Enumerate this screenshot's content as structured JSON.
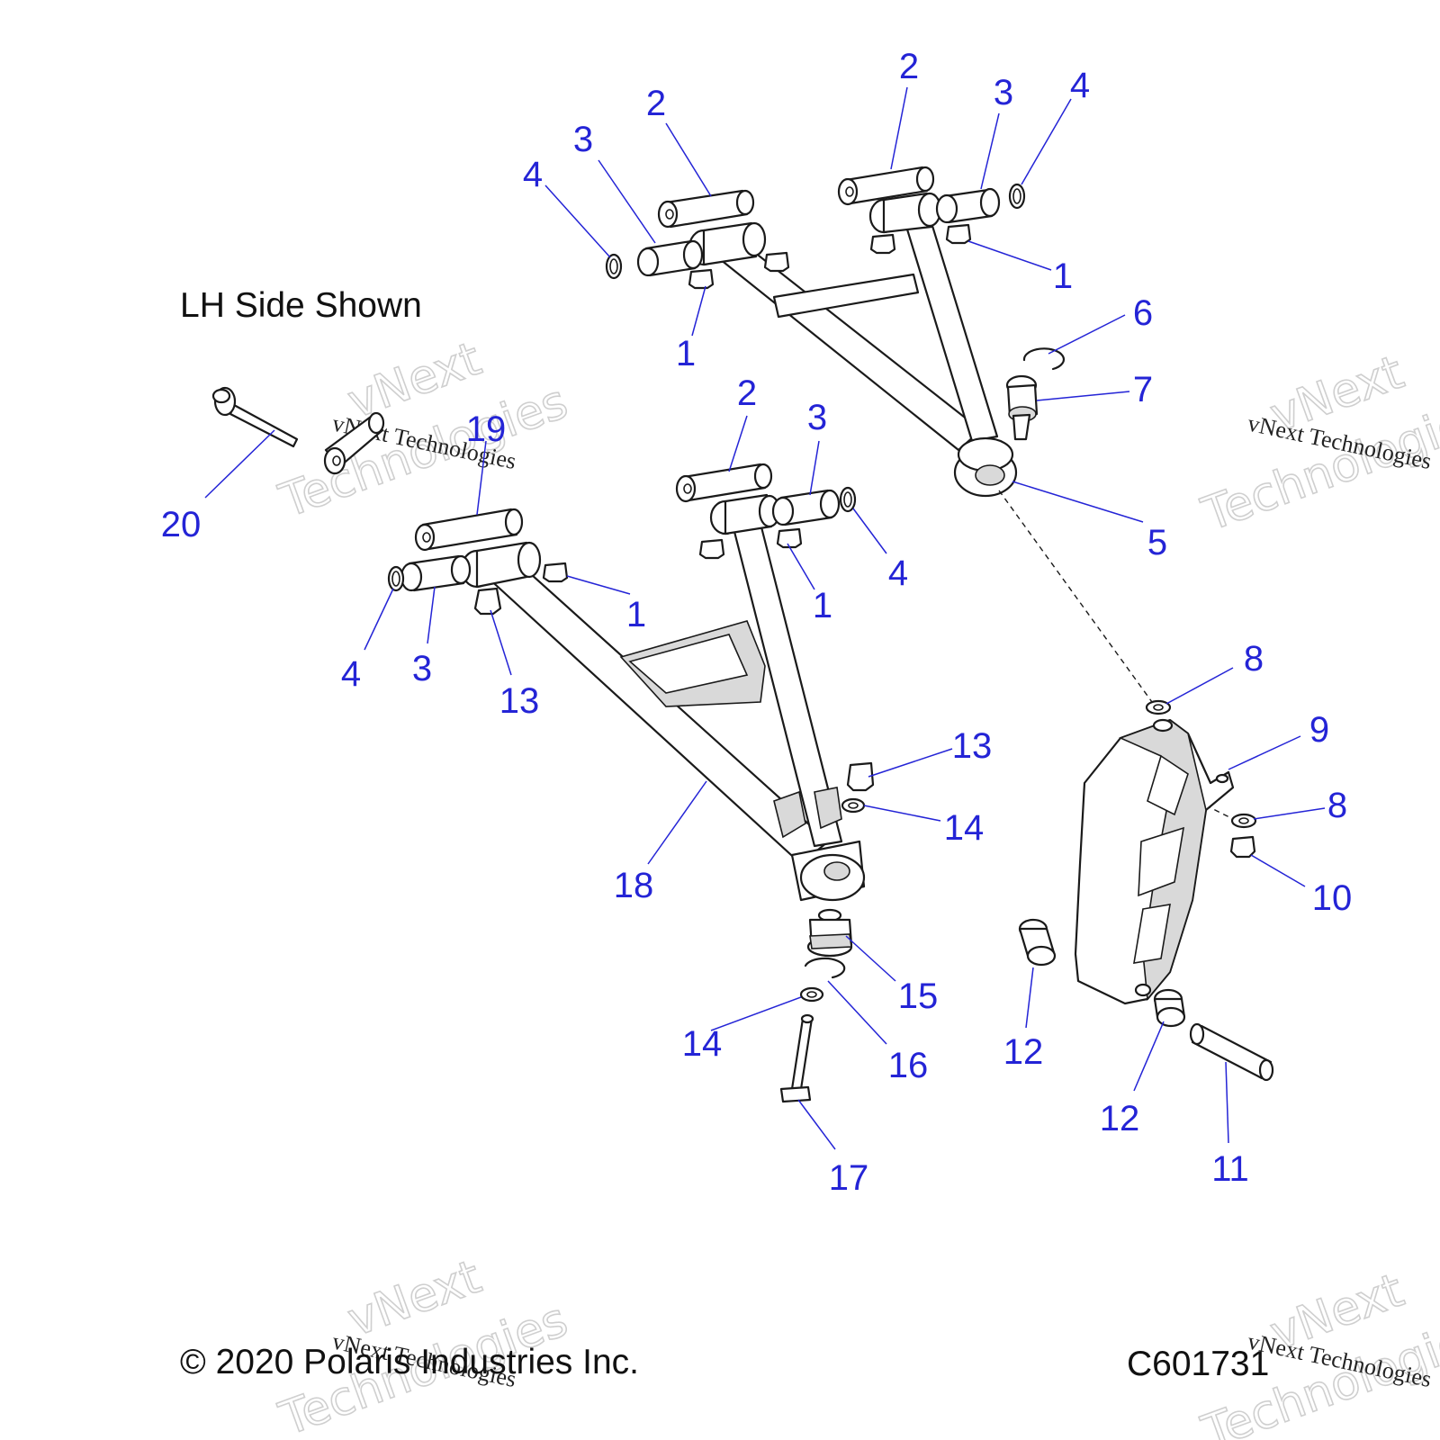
{
  "diagram": {
    "note": "LH Side Shown",
    "copyright": "© 2020 Polaris Industries Inc.",
    "figure_code": "C601731",
    "watermark": {
      "line1": "vNext",
      "line2": "Technologies",
      "small": "vNext Technologies"
    },
    "callouts": [
      {
        "id": "c-2-a",
        "label": "2"
      },
      {
        "id": "c-3-a",
        "label": "3"
      },
      {
        "id": "c-4-a",
        "label": "4"
      },
      {
        "id": "c-1-a",
        "label": "1"
      },
      {
        "id": "c-2-b",
        "label": "2"
      },
      {
        "id": "c-3-b",
        "label": "3"
      },
      {
        "id": "c-4-b",
        "label": "4"
      },
      {
        "id": "c-1-b",
        "label": "1"
      },
      {
        "id": "c-6",
        "label": "6"
      },
      {
        "id": "c-7",
        "label": "7"
      },
      {
        "id": "c-5",
        "label": "5"
      },
      {
        "id": "c-19",
        "label": "19"
      },
      {
        "id": "c-20",
        "label": "20"
      },
      {
        "id": "c-2-c",
        "label": "2"
      },
      {
        "id": "c-3-c",
        "label": "3"
      },
      {
        "id": "c-4-c",
        "label": "4"
      },
      {
        "id": "c-1-c",
        "label": "1"
      },
      {
        "id": "c-1-d",
        "label": "1"
      },
      {
        "id": "c-4-d",
        "label": "4"
      },
      {
        "id": "c-3-d",
        "label": "3"
      },
      {
        "id": "c-13-a",
        "label": "13"
      },
      {
        "id": "c-8-a",
        "label": "8"
      },
      {
        "id": "c-9",
        "label": "9"
      },
      {
        "id": "c-8-b",
        "label": "8"
      },
      {
        "id": "c-10",
        "label": "10"
      },
      {
        "id": "c-13-b",
        "label": "13"
      },
      {
        "id": "c-14-a",
        "label": "14"
      },
      {
        "id": "c-18",
        "label": "18"
      },
      {
        "id": "c-15",
        "label": "15"
      },
      {
        "id": "c-14-b",
        "label": "14"
      },
      {
        "id": "c-16",
        "label": "16"
      },
      {
        "id": "c-17",
        "label": "17"
      },
      {
        "id": "c-12-a",
        "label": "12"
      },
      {
        "id": "c-12-b",
        "label": "12"
      },
      {
        "id": "c-11",
        "label": "11"
      }
    ]
  }
}
